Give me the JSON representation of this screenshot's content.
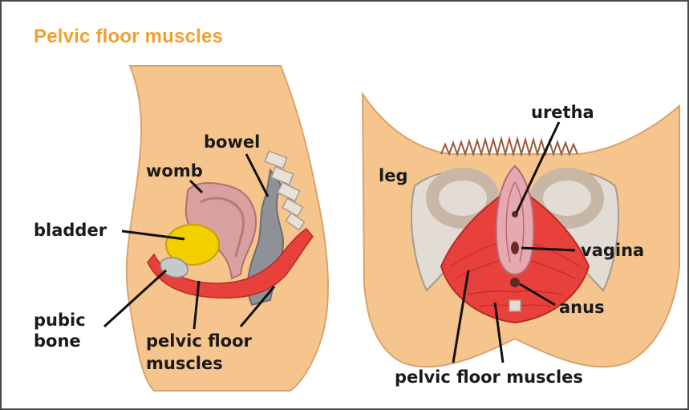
{
  "title": "Pelvic floor muscles",
  "labels": {
    "bowel": "bowel",
    "womb": "womb",
    "bladder": "bladder",
    "pubic_line1": "pubic",
    "pubic_line2": "bone",
    "pfm_left_line1": "pelvic floor",
    "pfm_left_line2": "muscles",
    "uretha": "uretha",
    "leg": "leg",
    "vagina": "vagina",
    "anus": "anus",
    "pfm_right": "pelvic floor muscles"
  },
  "colors": {
    "skin": "#f6c58e",
    "skin_outline": "#d9a36a",
    "muscle": "#e8403a",
    "womb": "#d8a0a0",
    "bladder": "#f2d000",
    "bowel": "#8f9198",
    "bone": "#c8b7a6",
    "title": "#f0a030"
  }
}
